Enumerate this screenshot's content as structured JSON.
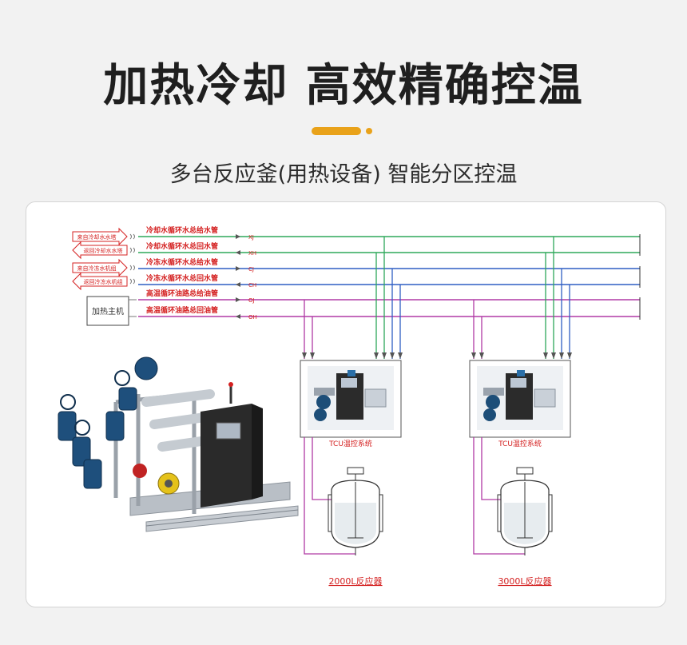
{
  "header": {
    "title": "加热冷却 高效精确控温",
    "subtitle": "多台反应釜(用热设备) 智能分区控温"
  },
  "diagram": {
    "sources": [
      "来自冷却水水塔",
      "返回冷却水水塔",
      "来自冷冻水机组",
      "返回冷冻水机组"
    ],
    "heater_label": "加热主机",
    "pipes": [
      {
        "label": "冷却水循环水总给水管",
        "code": "XJ",
        "color": "#2ea85a"
      },
      {
        "label": "冷却水循环水总回水管",
        "code": "XH",
        "color": "#2ea85a"
      },
      {
        "label": "冷冻水循环水总给水管",
        "code": "CJ",
        "color": "#2f5fc4"
      },
      {
        "label": "冷冻水循环水总回水管",
        "code": "CH",
        "color": "#2f5fc4"
      },
      {
        "label": "高温循环油路总给油管",
        "code": "OJ",
        "color": "#b03aa5"
      },
      {
        "label": "高温循环油路总回油管",
        "code": "OH",
        "color": "#b03aa5"
      }
    ],
    "units": [
      {
        "tcu_label": "TCU温控系统",
        "reactor_label": "2000L反应器"
      },
      {
        "tcu_label": "TCU温控系统",
        "reactor_label": "3000L反应器"
      }
    ],
    "colors": {
      "label_red": "#d42020",
      "cooling": "#2ea85a",
      "chilled": "#2f5fc4",
      "oil": "#b03aa5"
    }
  }
}
